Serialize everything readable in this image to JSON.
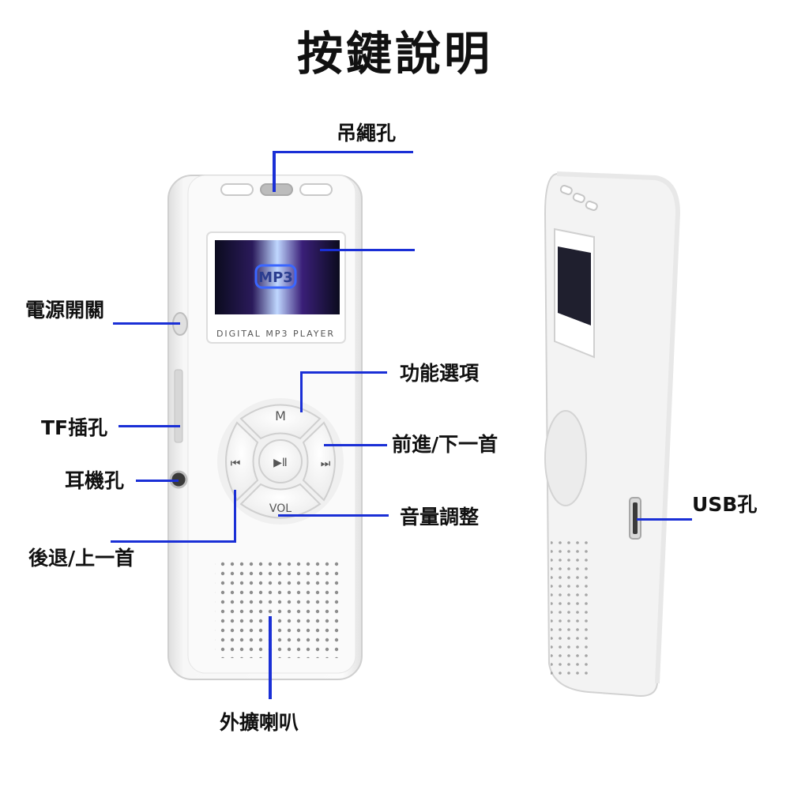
{
  "title": "按鍵說明",
  "labels": {
    "lanyard_hole": "吊繩孔",
    "power_switch": "電源開關",
    "function_options": "功能選項",
    "tf_slot": "TF插孔",
    "next_track": "前進/下一首",
    "earphone_jack": "耳機孔",
    "volume_adjust": "音量調整",
    "prev_track": "後退/上一首",
    "usb_port": "USB孔",
    "external_speaker": "外擴喇叭"
  },
  "device": {
    "screen_text": "MP3",
    "brand_text": "DIGITAL MP3 PLAYER",
    "menu_button": "M",
    "prev_button": "⏮",
    "play_button": "▶Ⅱ",
    "next_button": "⏭",
    "vol_button": "VOL"
  },
  "colors": {
    "pointer_line": "#1a2fd6",
    "device_body": "#f4f4f4"
  }
}
